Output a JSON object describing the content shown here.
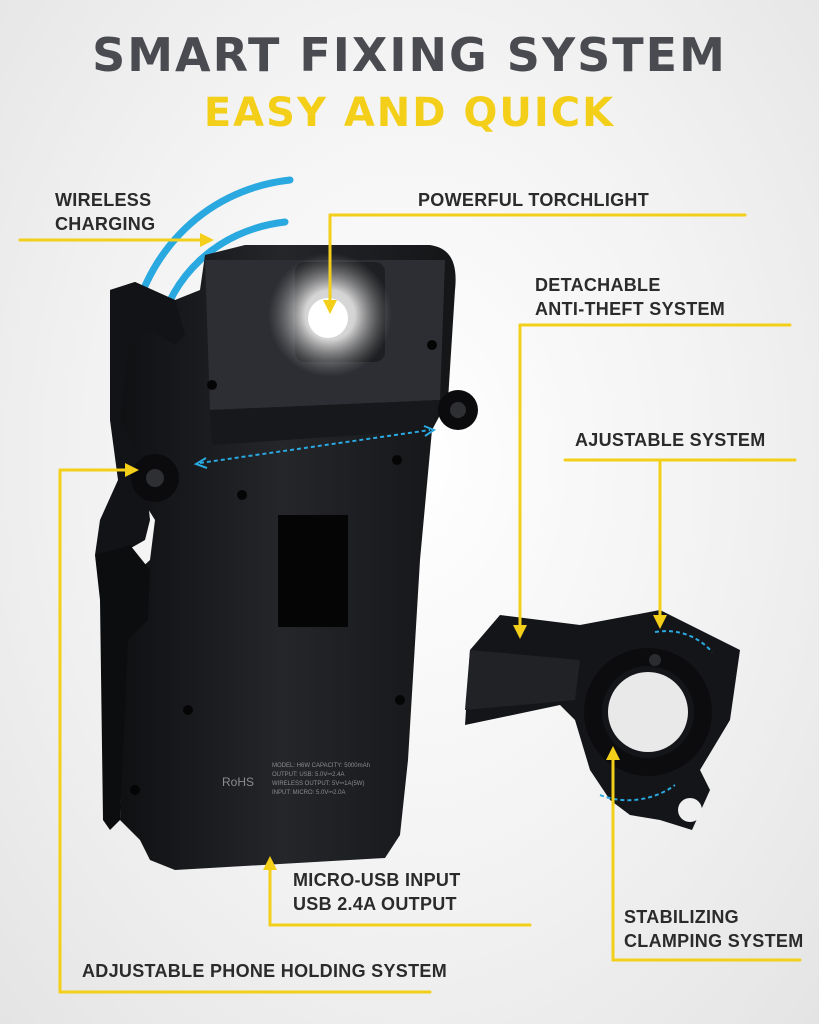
{
  "header": {
    "title": "SMART FIXING SYSTEM",
    "subtitle": "EASY AND QUICK"
  },
  "colors": {
    "title": "#4a4b50",
    "accent_yellow": "#f4cf1a",
    "arrow_blue": "#2aa8e0",
    "device_black": "#1b1c1f"
  },
  "labels": {
    "wireless_line1": "WIRELESS",
    "wireless_line2": "CHARGING",
    "torchlight": "POWERFUL TORCHLIGHT",
    "antitheft_line1": "DETACHABLE",
    "antitheft_line2": "ANTI-THEFT SYSTEM",
    "adjustable": "AJUSTABLE SYSTEM",
    "usb_line1": "MICRO-USB INPUT",
    "usb_line2": "USB 2.4A OUTPUT",
    "stabilizing_line1": "STABILIZING",
    "stabilizing_line2": "CLAMPING SYSTEM",
    "holding": "ADJUSTABLE PHONE HOLDING SYSTEM"
  },
  "device_print": {
    "rohs": "RoHS",
    "spec_line1": "MODEL: H6W   CAPACITY: 5000mAh",
    "spec_line2": "OUTPUT: USB: 5.0V⎓2.4A",
    "spec_line3": "WIRELESS OUTPUT: 5V⎓1A(5W)",
    "spec_line4": "INPUT: MICRO: 5.0V⎓2.0A"
  }
}
